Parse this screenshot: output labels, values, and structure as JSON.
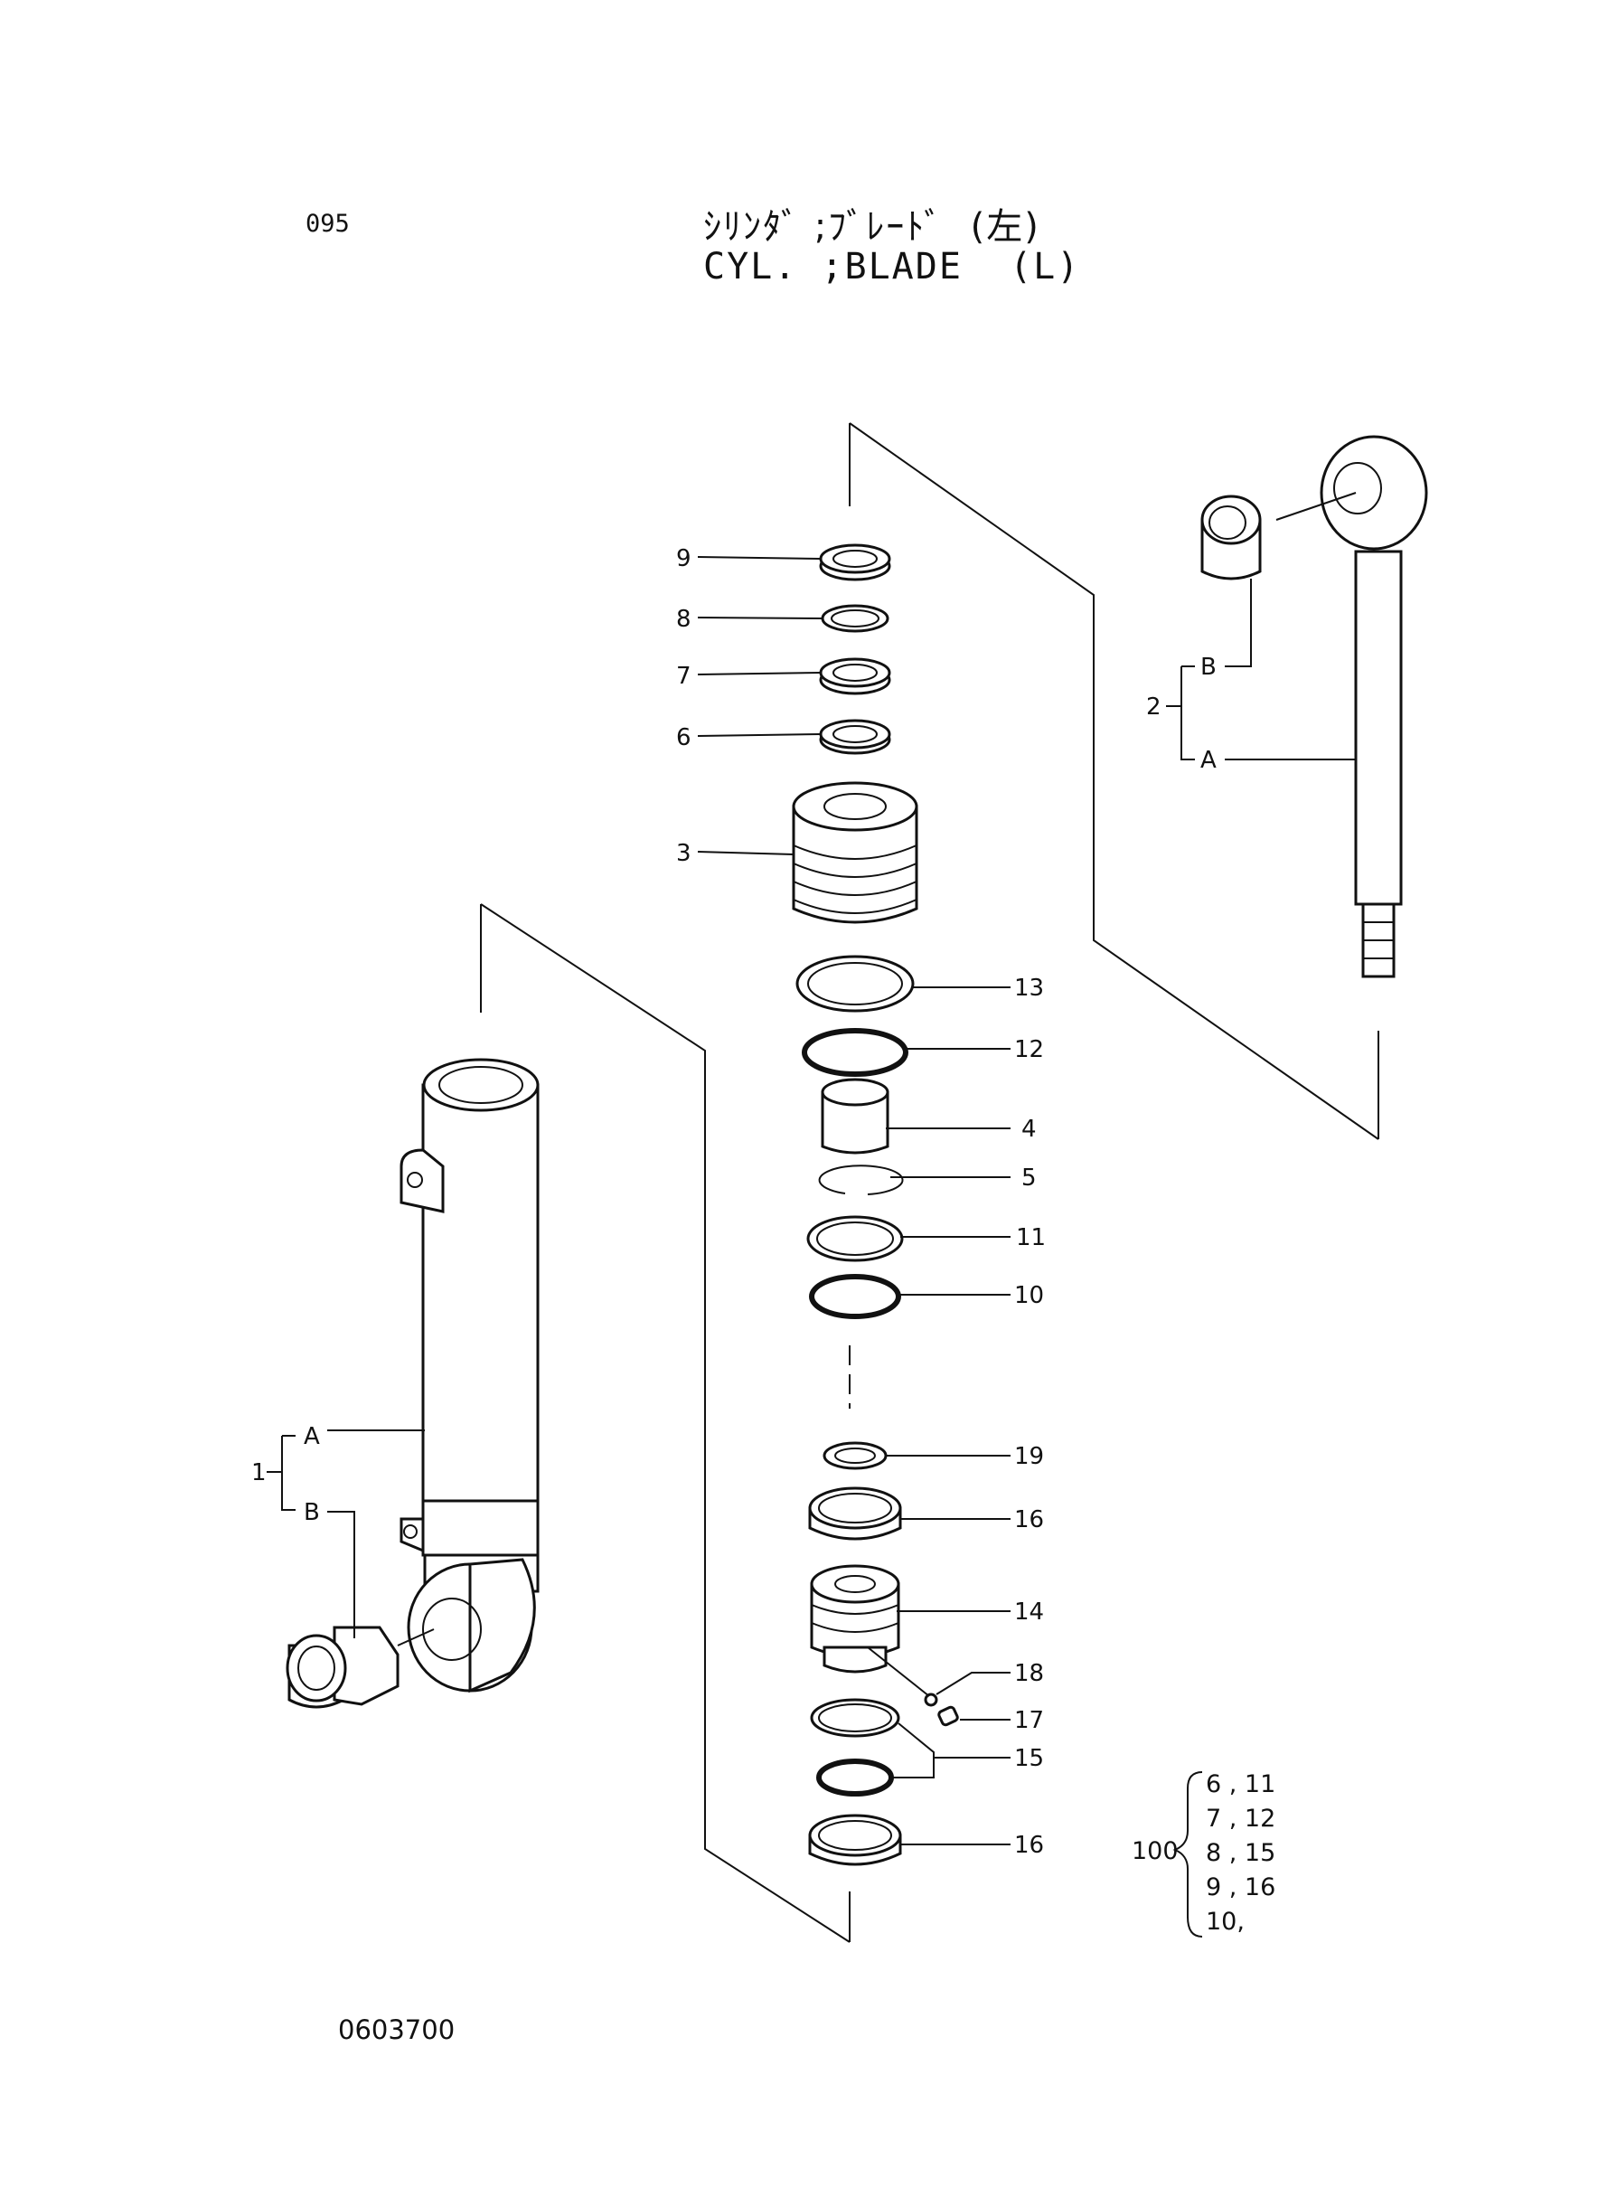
{
  "header": {
    "page_code": "095",
    "title_jp": "ｼﾘﾝﾀﾞ ;ﾌﾞﾚｰﾄﾞ  (左)",
    "title_en": "CYL. ;BLADE  (L)"
  },
  "footer": {
    "drawing_number": "0603700"
  },
  "callouts": {
    "p9": "9",
    "p8": "8",
    "p7": "7",
    "p6": "6",
    "p3": "3",
    "p13": "13",
    "p12": "12",
    "p4": "4",
    "p5": "5",
    "p11": "11",
    "p10": "10",
    "p19": "19",
    "p16a": "16",
    "p14": "14",
    "p18": "18",
    "p17": "17",
    "p15": "15",
    "p16b": "16",
    "p2": "2",
    "p2b": "B",
    "p2a": "A",
    "p1": "1",
    "p1a": "A",
    "p1b": "B"
  },
  "kit": {
    "number": "100",
    "rows": [
      "6 , 11",
      "7 , 12",
      "8 , 15",
      "9 , 16",
      "10,"
    ]
  },
  "icons": [
    "cylinder-tube",
    "piston-rod",
    "bushing",
    "rod-cover",
    "piston",
    "o-ring",
    "backup-ring",
    "snap-ring",
    "steel-ball",
    "set-screw"
  ]
}
